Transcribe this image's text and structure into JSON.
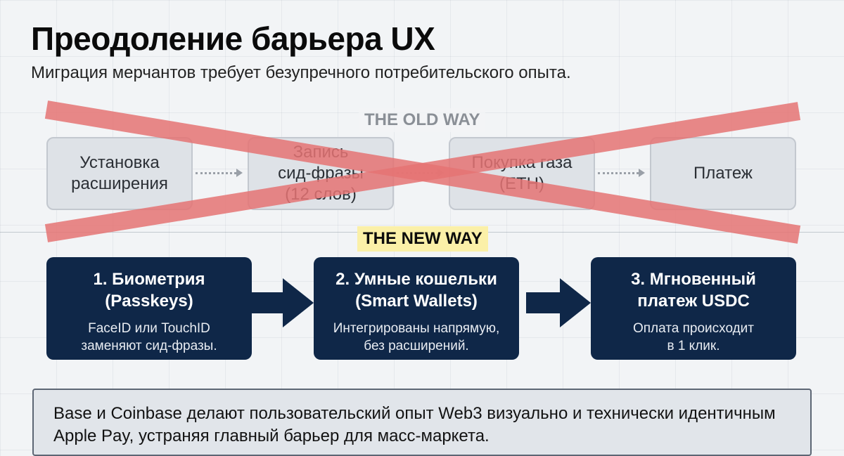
{
  "title": "Преодоление барьера UX",
  "subtitle": "Миграция мерчантов требует безупречного потребительского опыта.",
  "old_way": {
    "label": "THE OLD WAY",
    "steps": [
      "Установка\nрасширения",
      "Запись\nсид-фразы\n(12 слов)",
      "Покупка газа\n(ETH)",
      "Платеж"
    ]
  },
  "new_way": {
    "label": "THE NEW WAY",
    "steps": [
      {
        "title": "1. Биометрия\n(Passkeys)",
        "desc": "FaceID или TouchID\nзаменяют сид-фразы."
      },
      {
        "title": "2. Умные кошельки\n(Smart Wallets)",
        "desc": "Интегрированы напрямую,\nбез расширений."
      },
      {
        "title": "3. Мгновенный\nплатеж USDC",
        "desc": "Оплата происходит\nв 1 клик."
      }
    ]
  },
  "summary": "Base и Coinbase делают пользовательский опыт Web3 визуально и технически идентичным Apple Pay, устраняя главный барьер для масс-маркета.",
  "colors": {
    "navy": "#0f2748",
    "cross_red": "#e57373",
    "highlight": "#fbf0a8"
  }
}
